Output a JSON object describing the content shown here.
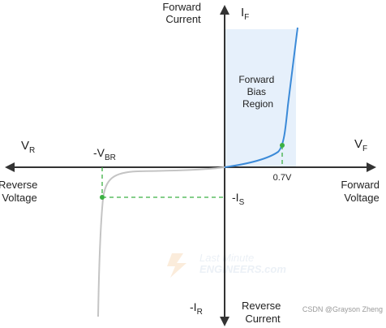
{
  "labels": {
    "forward_current": [
      "Forward",
      "Current"
    ],
    "i_f": {
      "main": "I",
      "sub": "F"
    },
    "v_r": {
      "main": "V",
      "sub": "R"
    },
    "v_f": {
      "main": "V",
      "sub": "F"
    },
    "neg_vbr": {
      "main": "-V",
      "sub": "BR"
    },
    "neg_is": {
      "main": "-I",
      "sub": "S"
    },
    "neg_ir": {
      "main": "-I",
      "sub": "R"
    },
    "reverse_voltage": [
      "Reverse",
      "Voltage"
    ],
    "forward_voltage": [
      "Forward",
      "Voltage"
    ],
    "reverse_current": [
      "Reverse",
      "Current"
    ],
    "forward_bias_region": [
      "Forward",
      "Bias",
      "Region"
    ],
    "knee_voltage": "0.7V"
  },
  "watermark": {
    "line1": "Last Minute",
    "line2": "ENGINEERS.com"
  },
  "credit": "CSDN @Grayson Zheng",
  "colors": {
    "axis": "#333333",
    "forward_curve": "#3b8ad8",
    "reverse_curve": "#c4c4c4",
    "guide": "#3cb043",
    "point": "#3cb043",
    "region_fill": "#e6f0fb",
    "text": "#222222"
  }
}
